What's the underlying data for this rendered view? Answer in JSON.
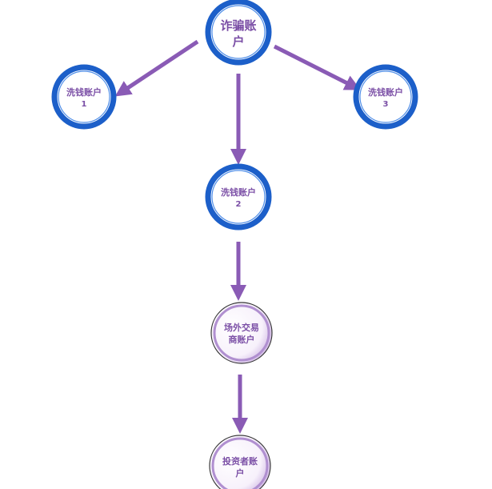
{
  "colors": {
    "arrow": "#8a5bb5",
    "arrow_head": "#8a5bb5",
    "blue_ring": "#1c5fc9",
    "blue_ring_light": "#3b7ee0",
    "purple_ring": "#a883c9",
    "purple_ring_inner": "#d9c6ea",
    "label": "#7b4fa6",
    "node_fill": "#ffffff"
  },
  "nodes": {
    "fraud": {
      "line1": "诈骗账",
      "line2": "户",
      "style": "blue"
    },
    "launder1": {
      "line1": "洗钱账户",
      "line2": "1",
      "style": "blue"
    },
    "launder2": {
      "line1": "洗钱账户",
      "line2": "2",
      "style": "blue"
    },
    "launder3": {
      "line1": "洗钱账户",
      "line2": "3",
      "style": "blue"
    },
    "otc": {
      "line1": "场外交易",
      "line2": "商账户",
      "style": "purple"
    },
    "investor": {
      "line1": "投资者账",
      "line2": "户",
      "style": "purple"
    }
  },
  "edges": [
    {
      "from": "fraud",
      "to": "launder1"
    },
    {
      "from": "fraud",
      "to": "launder2"
    },
    {
      "from": "fraud",
      "to": "launder3"
    },
    {
      "from": "launder2",
      "to": "otc"
    },
    {
      "from": "otc",
      "to": "investor"
    }
  ]
}
